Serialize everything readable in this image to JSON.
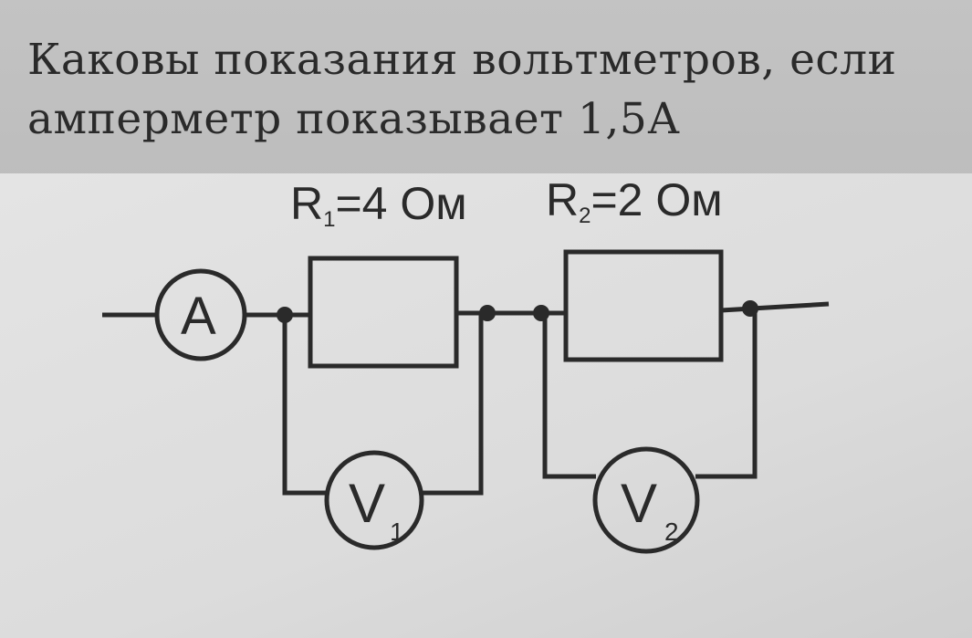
{
  "question": {
    "line1": "Каковы показания вольтметров, если",
    "line2": "амперметр показывает 1,5А"
  },
  "circuit": {
    "r1_label": "R",
    "r1_sub": "1",
    "r1_value": "=4 Ом",
    "r2_label": "R",
    "r2_sub": "2",
    "r2_value": "=2 Ом",
    "ammeter": "A",
    "v1": "V",
    "v1_sub": "1",
    "v2": "V",
    "v2_sub": "2"
  },
  "colors": {
    "ink": "#2a2a2a",
    "paper": "#e0e0e0"
  }
}
